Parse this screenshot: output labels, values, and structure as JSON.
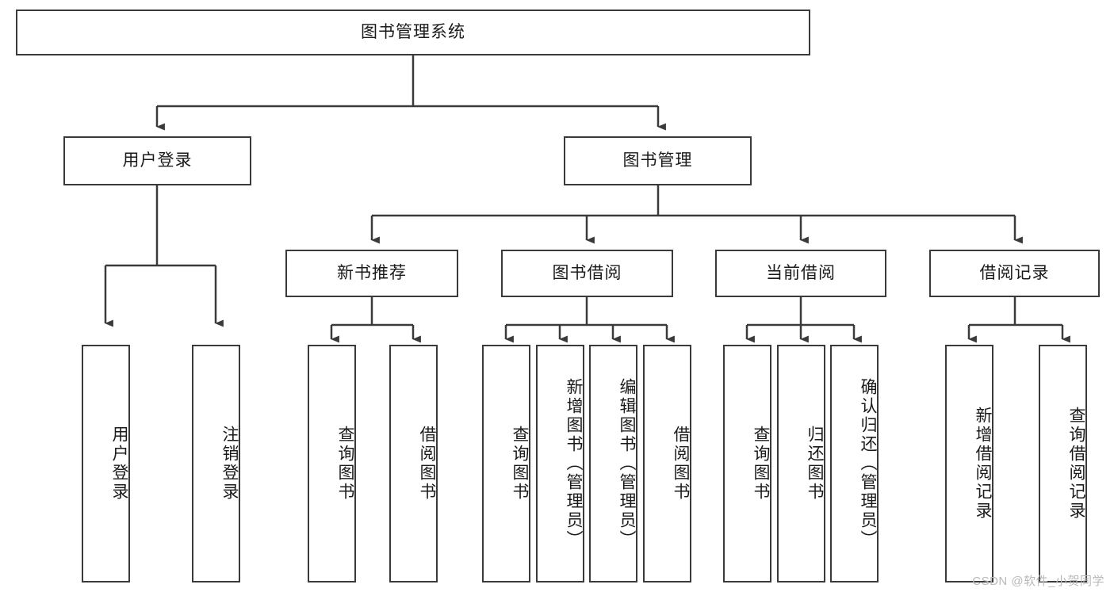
{
  "diagram": {
    "type": "tree-hierarchy-chart",
    "title": "图书管理系统",
    "root": {
      "label": "图书管理系统",
      "level": 0
    },
    "level1": [
      {
        "id": "user-login",
        "label": "用户登录"
      },
      {
        "id": "book-management",
        "label": "图书管理"
      }
    ],
    "level2": [
      {
        "id": "new-book-recommend",
        "label": "新书推荐",
        "parent": "book-management"
      },
      {
        "id": "book-borrow",
        "label": "图书借阅",
        "parent": "book-management"
      },
      {
        "id": "current-borrow",
        "label": "当前借阅",
        "parent": "book-management"
      },
      {
        "id": "borrow-record",
        "label": "借阅记录",
        "parent": "book-management"
      }
    ],
    "leaves": [
      {
        "id": "leaf-user-login",
        "label": "用户登录",
        "parent": "user-login"
      },
      {
        "id": "leaf-logout-login",
        "label": "注销登录",
        "parent": "user-login"
      },
      {
        "id": "leaf-query-book-1",
        "label": "查询图书",
        "parent": "new-book-recommend"
      },
      {
        "id": "leaf-borrow-book-1",
        "label": "借阅图书",
        "parent": "new-book-recommend"
      },
      {
        "id": "leaf-query-book-2",
        "label": "查询图书",
        "parent": "book-borrow"
      },
      {
        "id": "leaf-add-book",
        "label": "新增图书（管理员）",
        "parent": "book-borrow"
      },
      {
        "id": "leaf-edit-book",
        "label": "编辑图书（管理员）",
        "parent": "book-borrow"
      },
      {
        "id": "leaf-borrow-book-2",
        "label": "借阅图书",
        "parent": "book-borrow"
      },
      {
        "id": "leaf-query-book-3",
        "label": "查询图书",
        "parent": "current-borrow"
      },
      {
        "id": "leaf-return-book",
        "label": "归还图书",
        "parent": "current-borrow"
      },
      {
        "id": "leaf-confirm-return",
        "label": "确认归还（管理员）",
        "parent": "current-borrow"
      },
      {
        "id": "leaf-add-record",
        "label": "新增借阅记录",
        "parent": "borrow-record"
      },
      {
        "id": "leaf-query-record",
        "label": "查询借阅记录",
        "parent": "borrow-record"
      }
    ],
    "colors": {
      "stroke": "#3a3a3a",
      "fill": "#ffffff",
      "text": "#1a1a1a",
      "watermark": "#b9b9b9"
    }
  },
  "watermark": {
    "text": "CSDN @软件_小贺同学"
  }
}
